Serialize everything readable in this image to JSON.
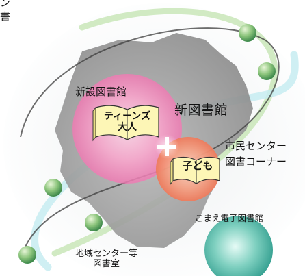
{
  "corner_text": [
    "ン",
    "書"
  ],
  "center_library": "新図書館",
  "new_facility_library": "新設図書館",
  "teens_book": [
    "ティーンズ",
    "大人"
  ],
  "kids_book": "子ども",
  "civic_center": [
    "市民センター",
    "図書コーナー"
  ],
  "komae_digital_library": "こまえ電子図書館",
  "regional_center": [
    "地域センター等",
    "図書室"
  ],
  "colors": {
    "pink_circle": "#f07ab3",
    "orange_circle": "#ee7b5c",
    "green_sphere": "#8bc47b",
    "teal_sphere": "#2f9c8d",
    "city_silhouette": "#8c8c8c",
    "book_page": "#fdf6b6"
  }
}
